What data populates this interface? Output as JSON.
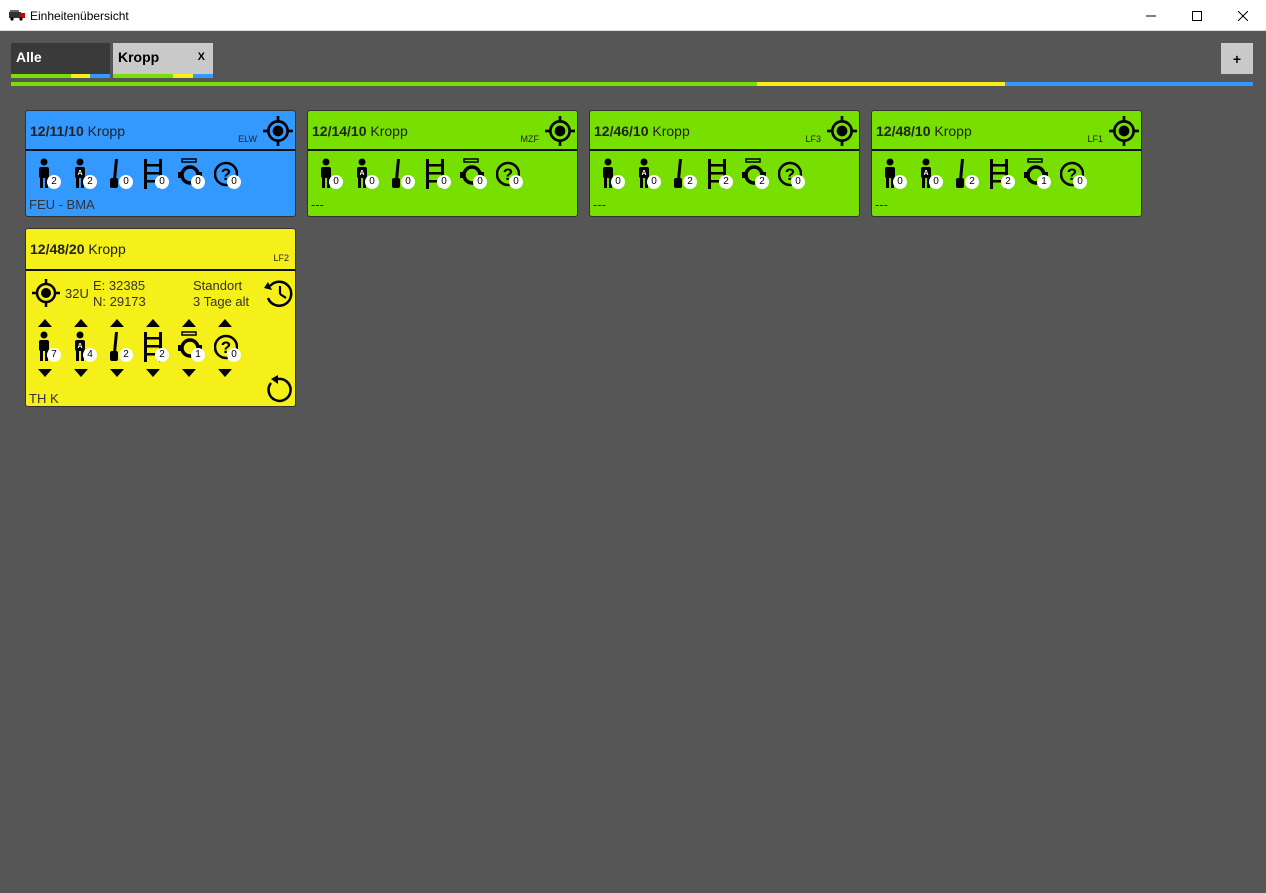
{
  "window": {
    "title": "Einheitenübersicht"
  },
  "tabs": [
    {
      "label": "Alle",
      "close": ""
    },
    {
      "label": "Kropp",
      "close": "X"
    }
  ],
  "add_label": "+",
  "colors": {
    "blue": "#3399ff",
    "green": "#77e000",
    "yellow": "#f5ef1a",
    "background": "#565656"
  },
  "units": [
    {
      "number": "12/11/10",
      "place": "Kropp",
      "type": "ELW",
      "status_color": "blue",
      "counts": [
        "2",
        "2",
        "0",
        "0",
        "0",
        "0"
      ],
      "note": "FEU - BMA"
    },
    {
      "number": "12/14/10",
      "place": "Kropp",
      "type": "MZF",
      "status_color": "green",
      "counts": [
        "0",
        "0",
        "0",
        "0",
        "0",
        "0"
      ],
      "note": "---"
    },
    {
      "number": "12/46/10",
      "place": "Kropp",
      "type": "LF3",
      "status_color": "green",
      "counts": [
        "0",
        "0",
        "2",
        "2",
        "2",
        "0"
      ],
      "note": "---"
    },
    {
      "number": "12/48/10",
      "place": "Kropp",
      "type": "LF1",
      "status_color": "green",
      "counts": [
        "0",
        "0",
        "2",
        "2",
        "1",
        "0"
      ],
      "note": "---"
    }
  ],
  "detail_unit": {
    "number": "12/48/20",
    "place": "Kropp",
    "type": "LF2",
    "status_color": "yellow",
    "zone": "32U",
    "easting": "E: 32385",
    "northing": "N: 29173",
    "location_label": "Standort",
    "age": "3 Tage alt",
    "counts": [
      "7",
      "4",
      "2",
      "2",
      "1",
      "0"
    ],
    "note": "TH K"
  },
  "crew_icons": [
    "person-icon",
    "person-breathing-apparatus-icon",
    "hose-nozzle-icon",
    "ladder-icon",
    "pump-icon",
    "unknown-icon"
  ]
}
